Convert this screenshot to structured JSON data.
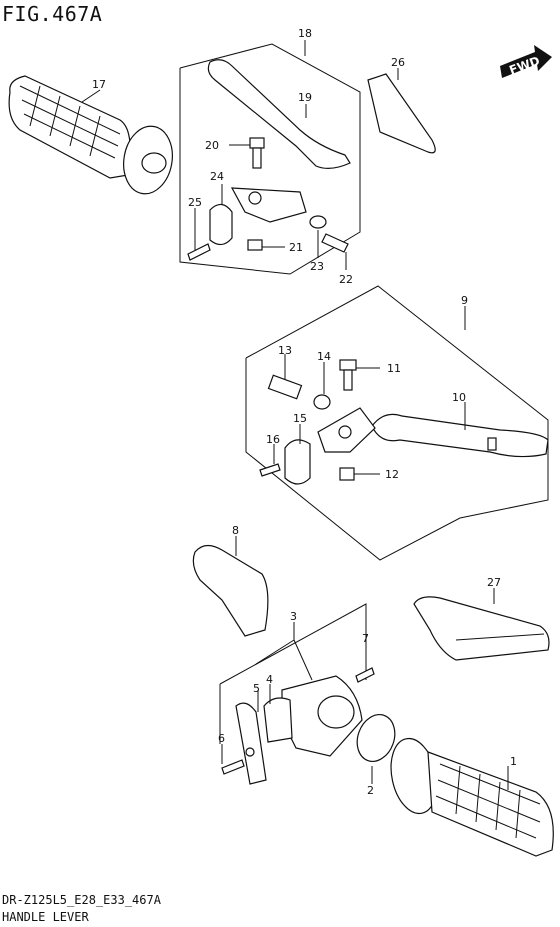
{
  "figure": {
    "title": "FIG.467A",
    "model_code": "DR-Z125L5_E28_E33_467A",
    "section_name": "HANDLE LEVER",
    "direction_badge": "FWD"
  },
  "callouts": [
    "1",
    "2",
    "3",
    "4",
    "5",
    "6",
    "7",
    "8",
    "9",
    "10",
    "11",
    "12",
    "13",
    "14",
    "15",
    "16",
    "17",
    "18",
    "19",
    "20",
    "21",
    "22",
    "23",
    "24",
    "25",
    "26",
    "27"
  ]
}
